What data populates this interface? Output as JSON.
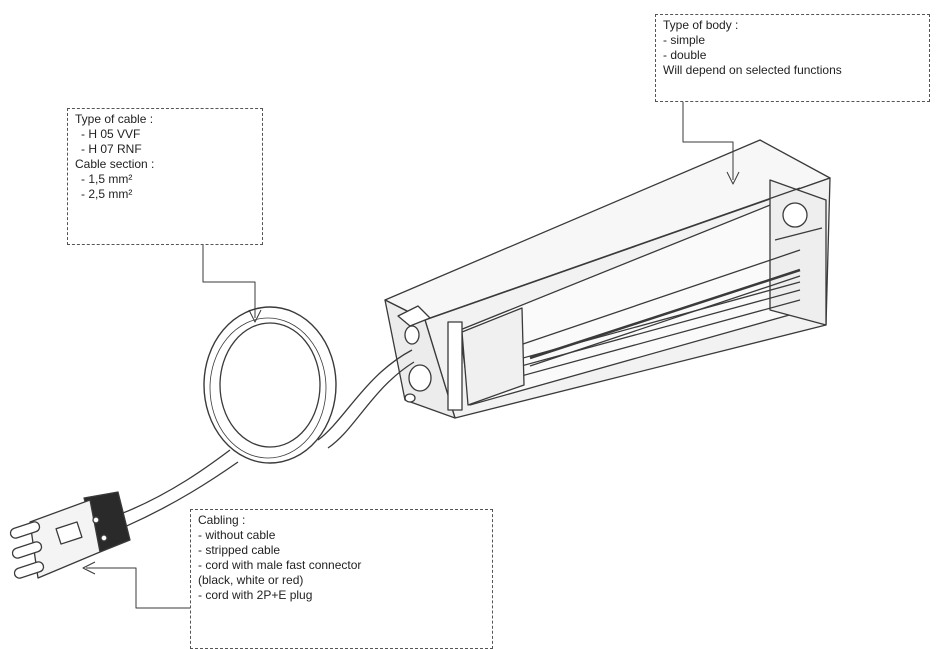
{
  "callouts": {
    "body": {
      "lines": [
        "Type of body  :",
        "- simple",
        "- double",
        "Will depend on selected functions"
      ]
    },
    "cable": {
      "lines": [
        "Type of cable  :",
        "- H 05  VVF",
        "- H 07  RNF",
        "Cable section  :",
        "- 1,5 mm²",
        "- 2,5 mm²"
      ]
    },
    "cabling": {
      "lines": [
        "Cabling :",
        "- without cable",
        "- stripped cable",
        "- cord with male  fast connector",
        "(black, white or red)",
        "- cord with 2P+E plug"
      ]
    }
  },
  "colors": {
    "outline": "#3a3a3a",
    "body_fill": "#f4f4f4",
    "connector_dark": "#2a2a2a",
    "callout_border": "#555555"
  }
}
